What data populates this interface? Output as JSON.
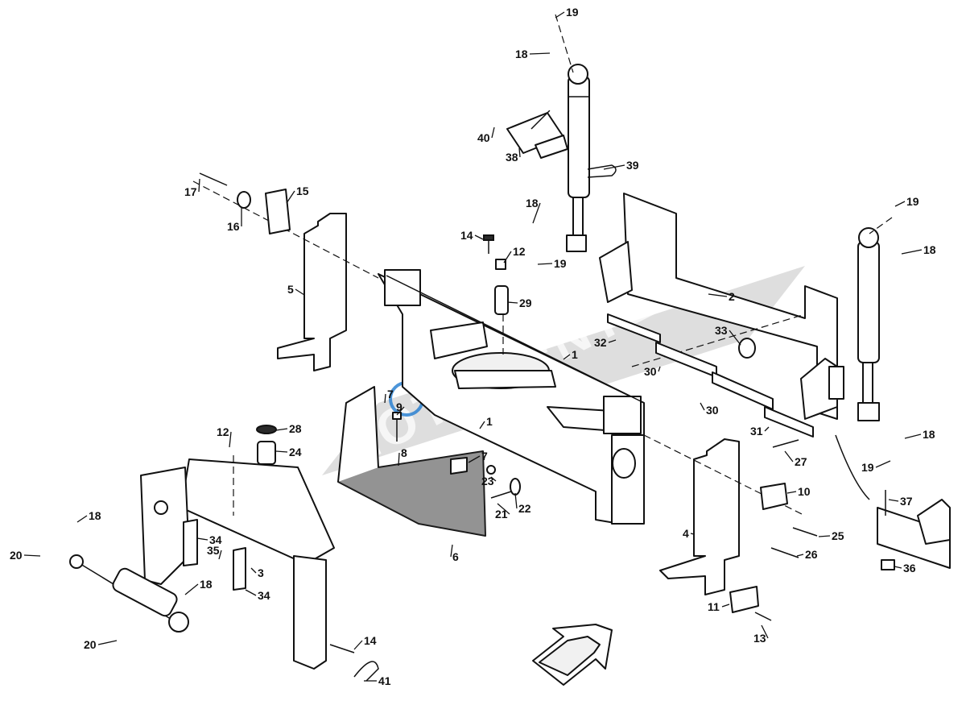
{
  "watermark": {
    "text": "MOTOVENTE",
    "subtext": "motovente.nl",
    "stamp_color": "#1f7bd0"
  },
  "callouts": [
    {
      "label": "19"
    },
    {
      "label": "18"
    },
    {
      "label": "40"
    },
    {
      "label": "38"
    },
    {
      "label": "39"
    },
    {
      "label": "17"
    },
    {
      "label": "16"
    },
    {
      "label": "15"
    },
    {
      "label": "14"
    },
    {
      "label": "12"
    },
    {
      "label": "18"
    },
    {
      "label": "19"
    },
    {
      "label": "29"
    },
    {
      "label": "5"
    },
    {
      "label": "2"
    },
    {
      "label": "19"
    },
    {
      "label": "18"
    },
    {
      "label": "33"
    },
    {
      "label": "32"
    },
    {
      "label": "1"
    },
    {
      "label": "30"
    },
    {
      "label": "30"
    },
    {
      "label": "31"
    },
    {
      "label": "18"
    },
    {
      "label": "19"
    },
    {
      "label": "27"
    },
    {
      "label": "7"
    },
    {
      "label": "9"
    },
    {
      "label": "1"
    },
    {
      "label": "8"
    },
    {
      "label": "7"
    },
    {
      "label": "23"
    },
    {
      "label": "21"
    },
    {
      "label": "22"
    },
    {
      "label": "12"
    },
    {
      "label": "28"
    },
    {
      "label": "24"
    },
    {
      "label": "6"
    },
    {
      "label": "10"
    },
    {
      "label": "37"
    },
    {
      "label": "25"
    },
    {
      "label": "4"
    },
    {
      "label": "26"
    },
    {
      "label": "36"
    },
    {
      "label": "11"
    },
    {
      "label": "13"
    },
    {
      "label": "18"
    },
    {
      "label": "20"
    },
    {
      "label": "34"
    },
    {
      "label": "35"
    },
    {
      "label": "3"
    },
    {
      "label": "18"
    },
    {
      "label": "34"
    },
    {
      "label": "20"
    },
    {
      "label": "14"
    },
    {
      "label": "41"
    }
  ]
}
